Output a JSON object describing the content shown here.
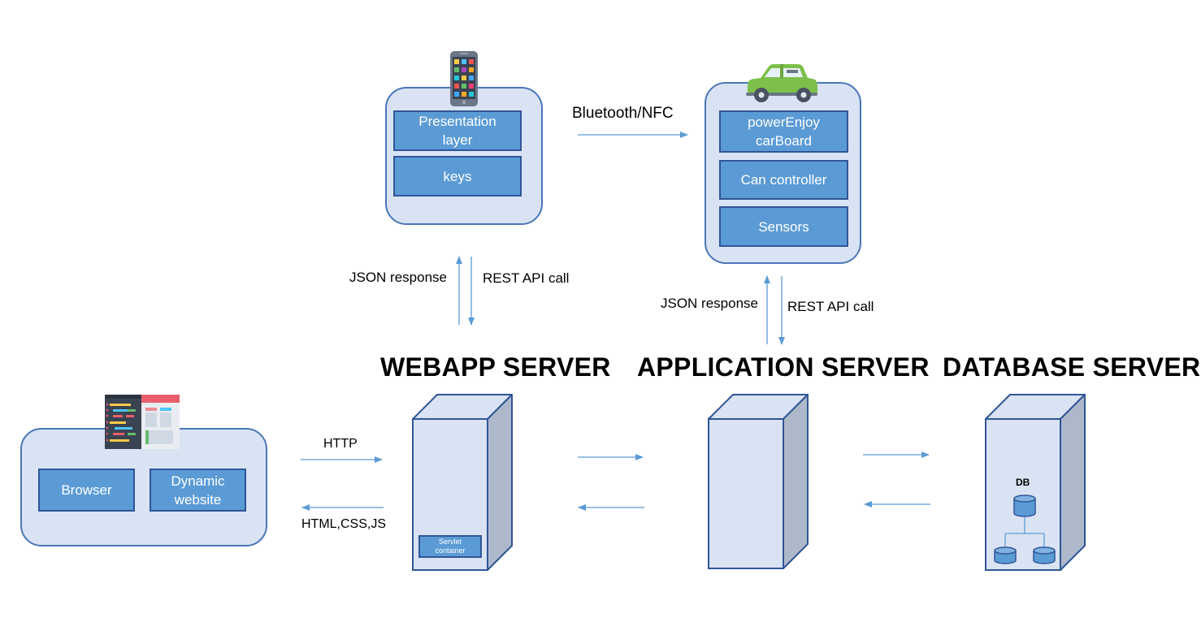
{
  "phone_panel": {
    "presentation_label": "Presentation\nlayer",
    "keys_label": "keys"
  },
  "car_panel": {
    "carboard_label": "powerEnjoy\ncarBoard",
    "can_label": "Can controller",
    "sensors_label": "Sensors"
  },
  "browser_panel": {
    "browser_label": "Browser",
    "website_label": "Dynamic\nwebsite"
  },
  "edges": {
    "bluetooth": "Bluetooth/NFC",
    "json_response_left": "JSON response",
    "rest_call_left": "REST API call",
    "json_response_right": "JSON response",
    "rest_call_right": "REST API call",
    "http": "HTTP",
    "html_css_js": "HTML,CSS,JS"
  },
  "servers": {
    "webapp_title": "WEBAPP SERVER",
    "application_title": "APPLICATION SERVER",
    "database_title": "DATABASE SERVER",
    "servlet_label": "Servlet\ncontainer",
    "db_label": "DB"
  },
  "colors": {
    "panel_fill": "#dae3f3",
    "panel_border": "#4a76b8",
    "block_fill": "#5b9bd5",
    "arrow": "#5b9bd5",
    "server_side": "#adb9ca",
    "car_body": "#7cc04b"
  }
}
